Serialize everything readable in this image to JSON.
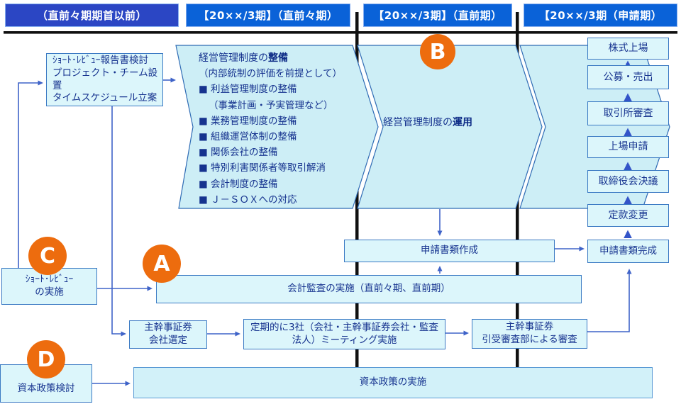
{
  "palette": {
    "header_dark_blue": "#2b46c4",
    "header_blue": "#0a62d8",
    "banner_fill": "#cdeef6",
    "box_fill": "#dcf6fb",
    "border_blue": "#3a79c3",
    "text_navy": "#16338f",
    "arrow_blue": "#3f63c8",
    "marker_orange": "#ed6c0e",
    "divider_black": "#101010"
  },
  "headers": [
    "（直前々期期首以前）",
    "【20××/3期】（直前々期）",
    "【20××/3期】（直前期）",
    "【20××/3期（申請期）"
  ],
  "markers": {
    "a": "A",
    "b": "B",
    "c": "C",
    "d": "D"
  },
  "prep_box": {
    "lines": [
      "ｼｮｰﾄ･ﾚﾋﾞｭｰ報告書検討",
      "プロジェクト・チーム設置",
      "タイムスケジュール立案"
    ]
  },
  "banner_build": {
    "title_plain": "経営管理制度の",
    "title_bold": "整備",
    "subtitle": "（内部統制の評価を前提として）",
    "items": [
      "■ 利益管理制度の整備",
      "（事業計画・予実管理など）",
      "■ 業務管理制度の整備",
      "■ 組織運営体制の整備",
      "■ 関係会社の整備",
      "■ 特別利害関係者等取引解消",
      "■ 会計制度の整備",
      "■ Ｊ－ＳＯＸへの対応"
    ]
  },
  "banner_run": {
    "title_plain": "経営管理制度の",
    "title_bold": "運用"
  },
  "listing": {
    "steps": [
      "株式上場",
      "公募・売出",
      "取引所審査",
      "上場申請",
      "取締役会決議",
      "定款変更"
    ]
  },
  "docs": {
    "create": "申請書類作成",
    "complete": "申請書類完成"
  },
  "audit": {
    "label": "会計監査の実施（直前々期、直前期）"
  },
  "short_review": {
    "lines": [
      "ｼｮｰﾄ･ﾚﾋﾞｭｰ",
      "の実施"
    ]
  },
  "underwriter": {
    "select_lines": [
      "主幹事証券",
      "会社選定"
    ],
    "meeting": "定期的に3社（会社・主幹事証券会社・監査法人）ミーティング実施",
    "review_lines": [
      "主幹事証券",
      "引受審査部による審査"
    ]
  },
  "capital": {
    "plan": "資本政策検討",
    "execute": "資本政策の実施"
  }
}
